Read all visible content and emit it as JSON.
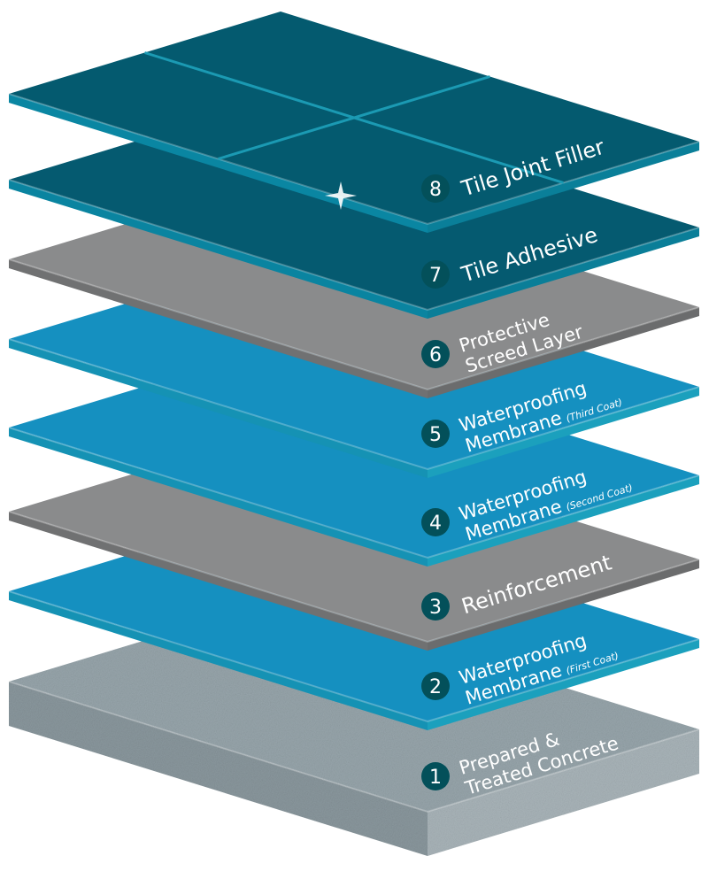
{
  "title": "Waterproofing system layers",
  "layers": [
    {
      "number": "1",
      "lines": [
        "Prepared &",
        "Treated Concrete"
      ],
      "note": "",
      "material": "concrete",
      "colors": {
        "top": "#97a5ab",
        "left": "#8a979d",
        "right": "#a9b4b9"
      }
    },
    {
      "number": "2",
      "lines": [
        "Waterproofing",
        "Membrane"
      ],
      "note": "(First Coat)",
      "material": "membrane",
      "colors": {
        "top": "#1590c0",
        "left": "#1592b4",
        "right": "#1ba0bd"
      }
    },
    {
      "number": "3",
      "lines": [
        "Reinforcement"
      ],
      "note": "",
      "material": "grey",
      "colors": {
        "top": "#8a8b8c",
        "left": "#707172",
        "right": "#6b6c6d"
      }
    },
    {
      "number": "4",
      "lines": [
        "Waterproofing",
        "Membrane"
      ],
      "note": "(Second Coat)",
      "material": "membrane",
      "colors": {
        "top": "#1590c0",
        "left": "#1592b4",
        "right": "#1ba0bd"
      }
    },
    {
      "number": "5",
      "lines": [
        "Waterproofing",
        "Membrane"
      ],
      "note": "(Third Coat)",
      "material": "membrane",
      "colors": {
        "top": "#1590c0",
        "left": "#1592b4",
        "right": "#1ba0bd"
      }
    },
    {
      "number": "6",
      "lines": [
        "Protective",
        "Screed Layer"
      ],
      "note": "",
      "material": "grey",
      "colors": {
        "top": "#8a8b8c",
        "left": "#707172",
        "right": "#6b6c6d"
      }
    },
    {
      "number": "7",
      "lines": [
        "Tile Adhesive"
      ],
      "note": "",
      "material": "adhesive",
      "colors": {
        "top": "#055a70",
        "left": "#0a84a0",
        "right": "#0a7e98"
      }
    },
    {
      "number": "8",
      "lines": [
        "Tile Joint Filler"
      ],
      "note": "",
      "material": "tiles",
      "colors": {
        "top": "#045a6f",
        "left": "#0a86a2",
        "right": "#0a7f99"
      }
    }
  ],
  "badge_color": "#03505a",
  "grout_color": "#1b9ab3"
}
